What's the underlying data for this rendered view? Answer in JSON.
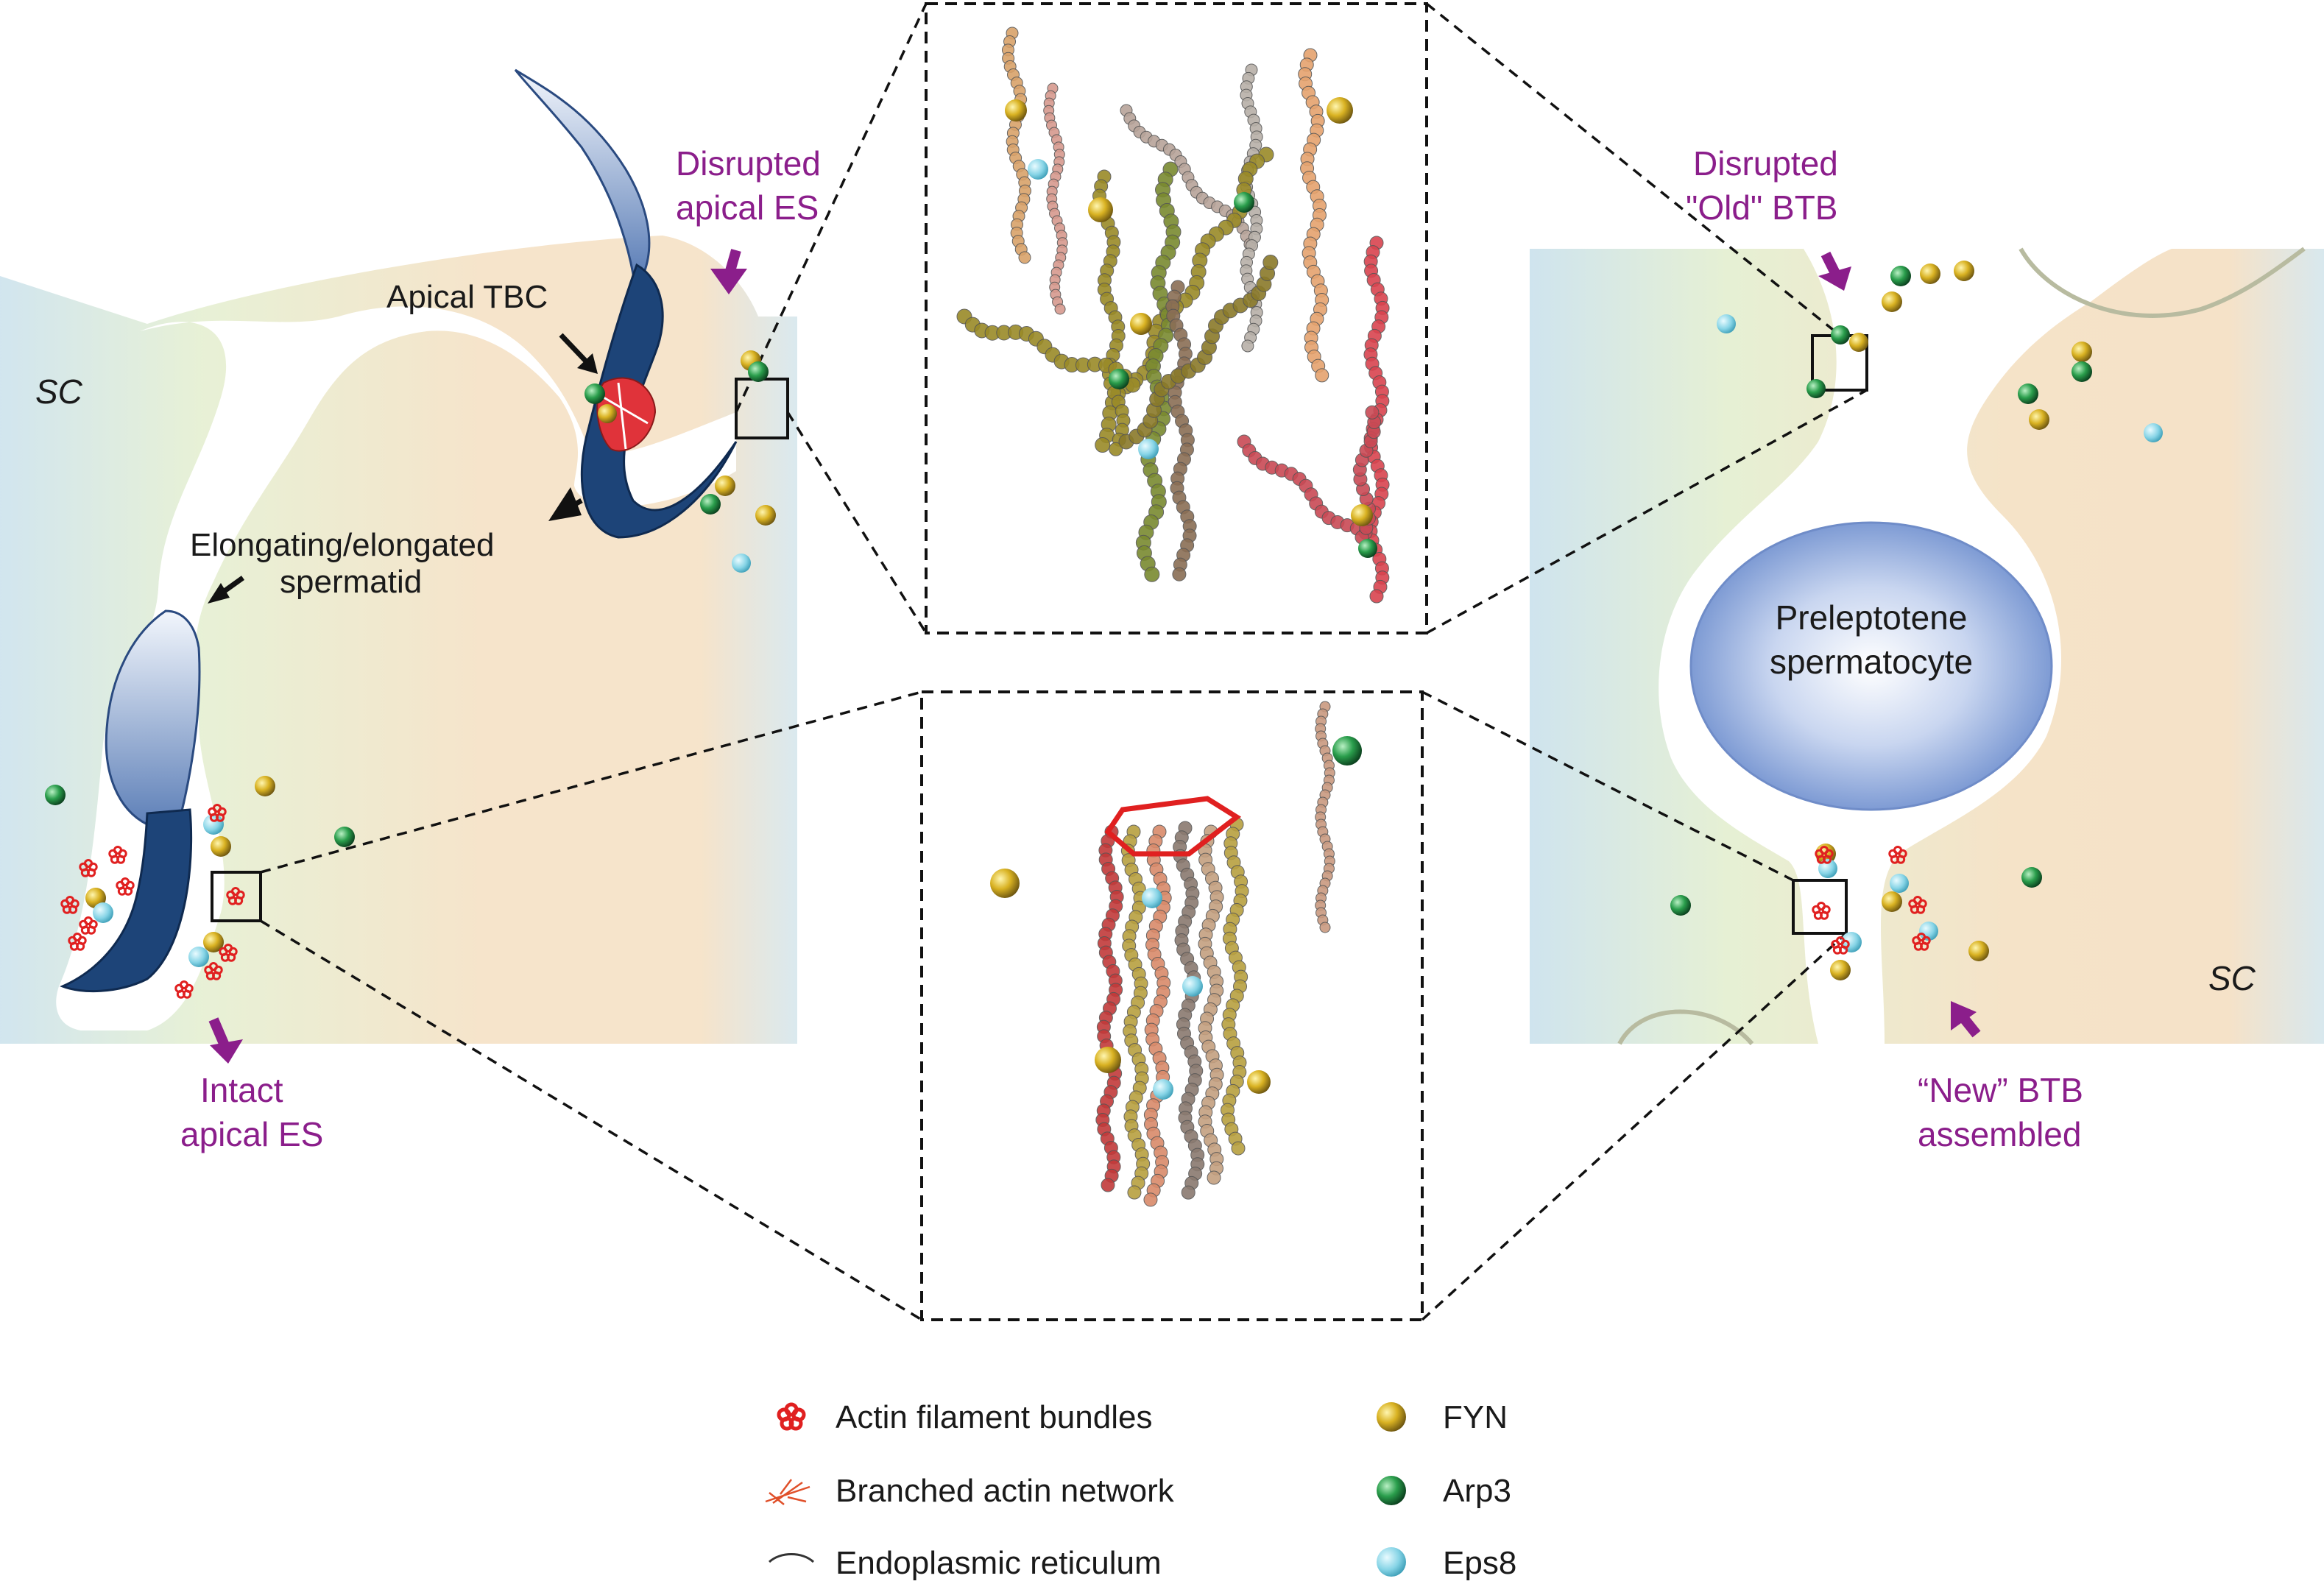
{
  "labels": {
    "sc_left": "SC",
    "sc_right": "SC",
    "apical_tbc": "Apical TBC",
    "spermatid_line1": "Elongating/elongated",
    "spermatid_line2": "spermatid",
    "disrupted_es_line1": "Disrupted",
    "disrupted_es_line2": "apical ES",
    "intact_es_line1": "Intact",
    "intact_es_line2": "apical ES",
    "old_btb_line1": "Disrupted",
    "old_btb_line2": "\"Old\" BTB",
    "new_btb_line1": "“New” BTB",
    "new_btb_line2": "assembled",
    "spermatocyte_line1": "Preleptotene",
    "spermatocyte_line2": "spermatocyte"
  },
  "legend": {
    "actin_bundles": "Actin filament bundles",
    "branched_actin": "Branched actin network",
    "er": "Endoplasmic reticulum",
    "fyn": "FYN",
    "arp3": "Arp3",
    "eps8": "Eps8"
  },
  "colors": {
    "fyn": "#c9a81a",
    "arp3": "#1e9a48",
    "eps8": "#2aa8e0",
    "actin": "#e02020",
    "label_purple": "#8b1e8b",
    "nucleus": "#8aa6d8"
  },
  "icons": {
    "actin_bundles": "flower-ring-icon",
    "branched_actin": "branched-lines-icon",
    "er": "arc-icon",
    "fyn": "gold-sphere-icon",
    "arp3": "green-sphere-icon",
    "eps8": "cyan-sphere-icon"
  }
}
